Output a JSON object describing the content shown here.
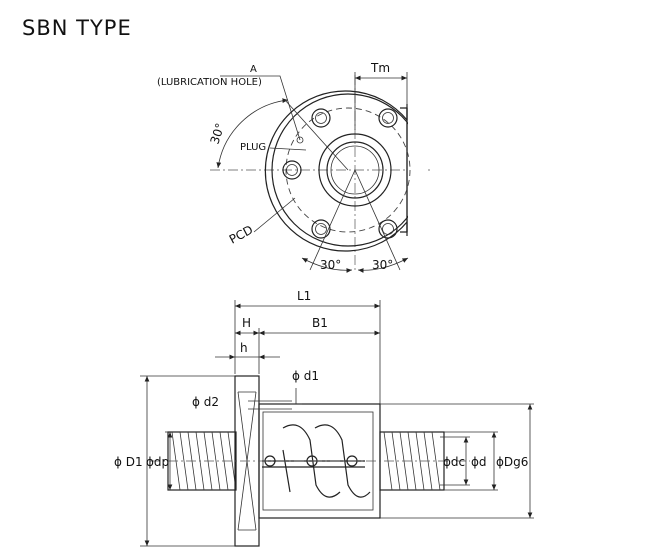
{
  "title": "SBN TYPE",
  "labels": {
    "a": "A",
    "lub": "(LUBRICATION HOLE)",
    "tm": "Tm",
    "angle_left": "30°",
    "plug": "PLUG",
    "pcd": "PCD",
    "angle_b1": "30°",
    "angle_b2": "30°",
    "l1": "L1",
    "h_cap": "H",
    "b1": "B1",
    "h_small": "h",
    "d1": "ϕ d1",
    "d2": "ϕ d2",
    "D1": "ϕ D1",
    "dp": "ϕdp",
    "dc": "ϕdc",
    "d": "ϕd",
    "dg6": "ϕDg6"
  }
}
